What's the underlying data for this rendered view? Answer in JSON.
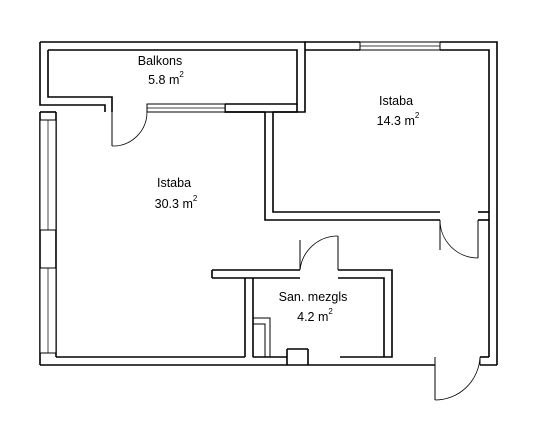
{
  "plan": {
    "rooms": [
      {
        "id": "balcony",
        "name": "Balkons",
        "area_value": "5.8",
        "area_unit": "m",
        "area_exp": "2"
      },
      {
        "id": "room-right",
        "name": "Istaba",
        "area_value": "14.3",
        "area_unit": "m",
        "area_exp": "2"
      },
      {
        "id": "room-main",
        "name": "Istaba",
        "area_value": "30.3",
        "area_unit": "m",
        "area_exp": "2"
      },
      {
        "id": "bathroom",
        "name": "San. mezgls",
        "area_value": "4.2",
        "area_unit": "m",
        "area_exp": "2"
      }
    ]
  }
}
